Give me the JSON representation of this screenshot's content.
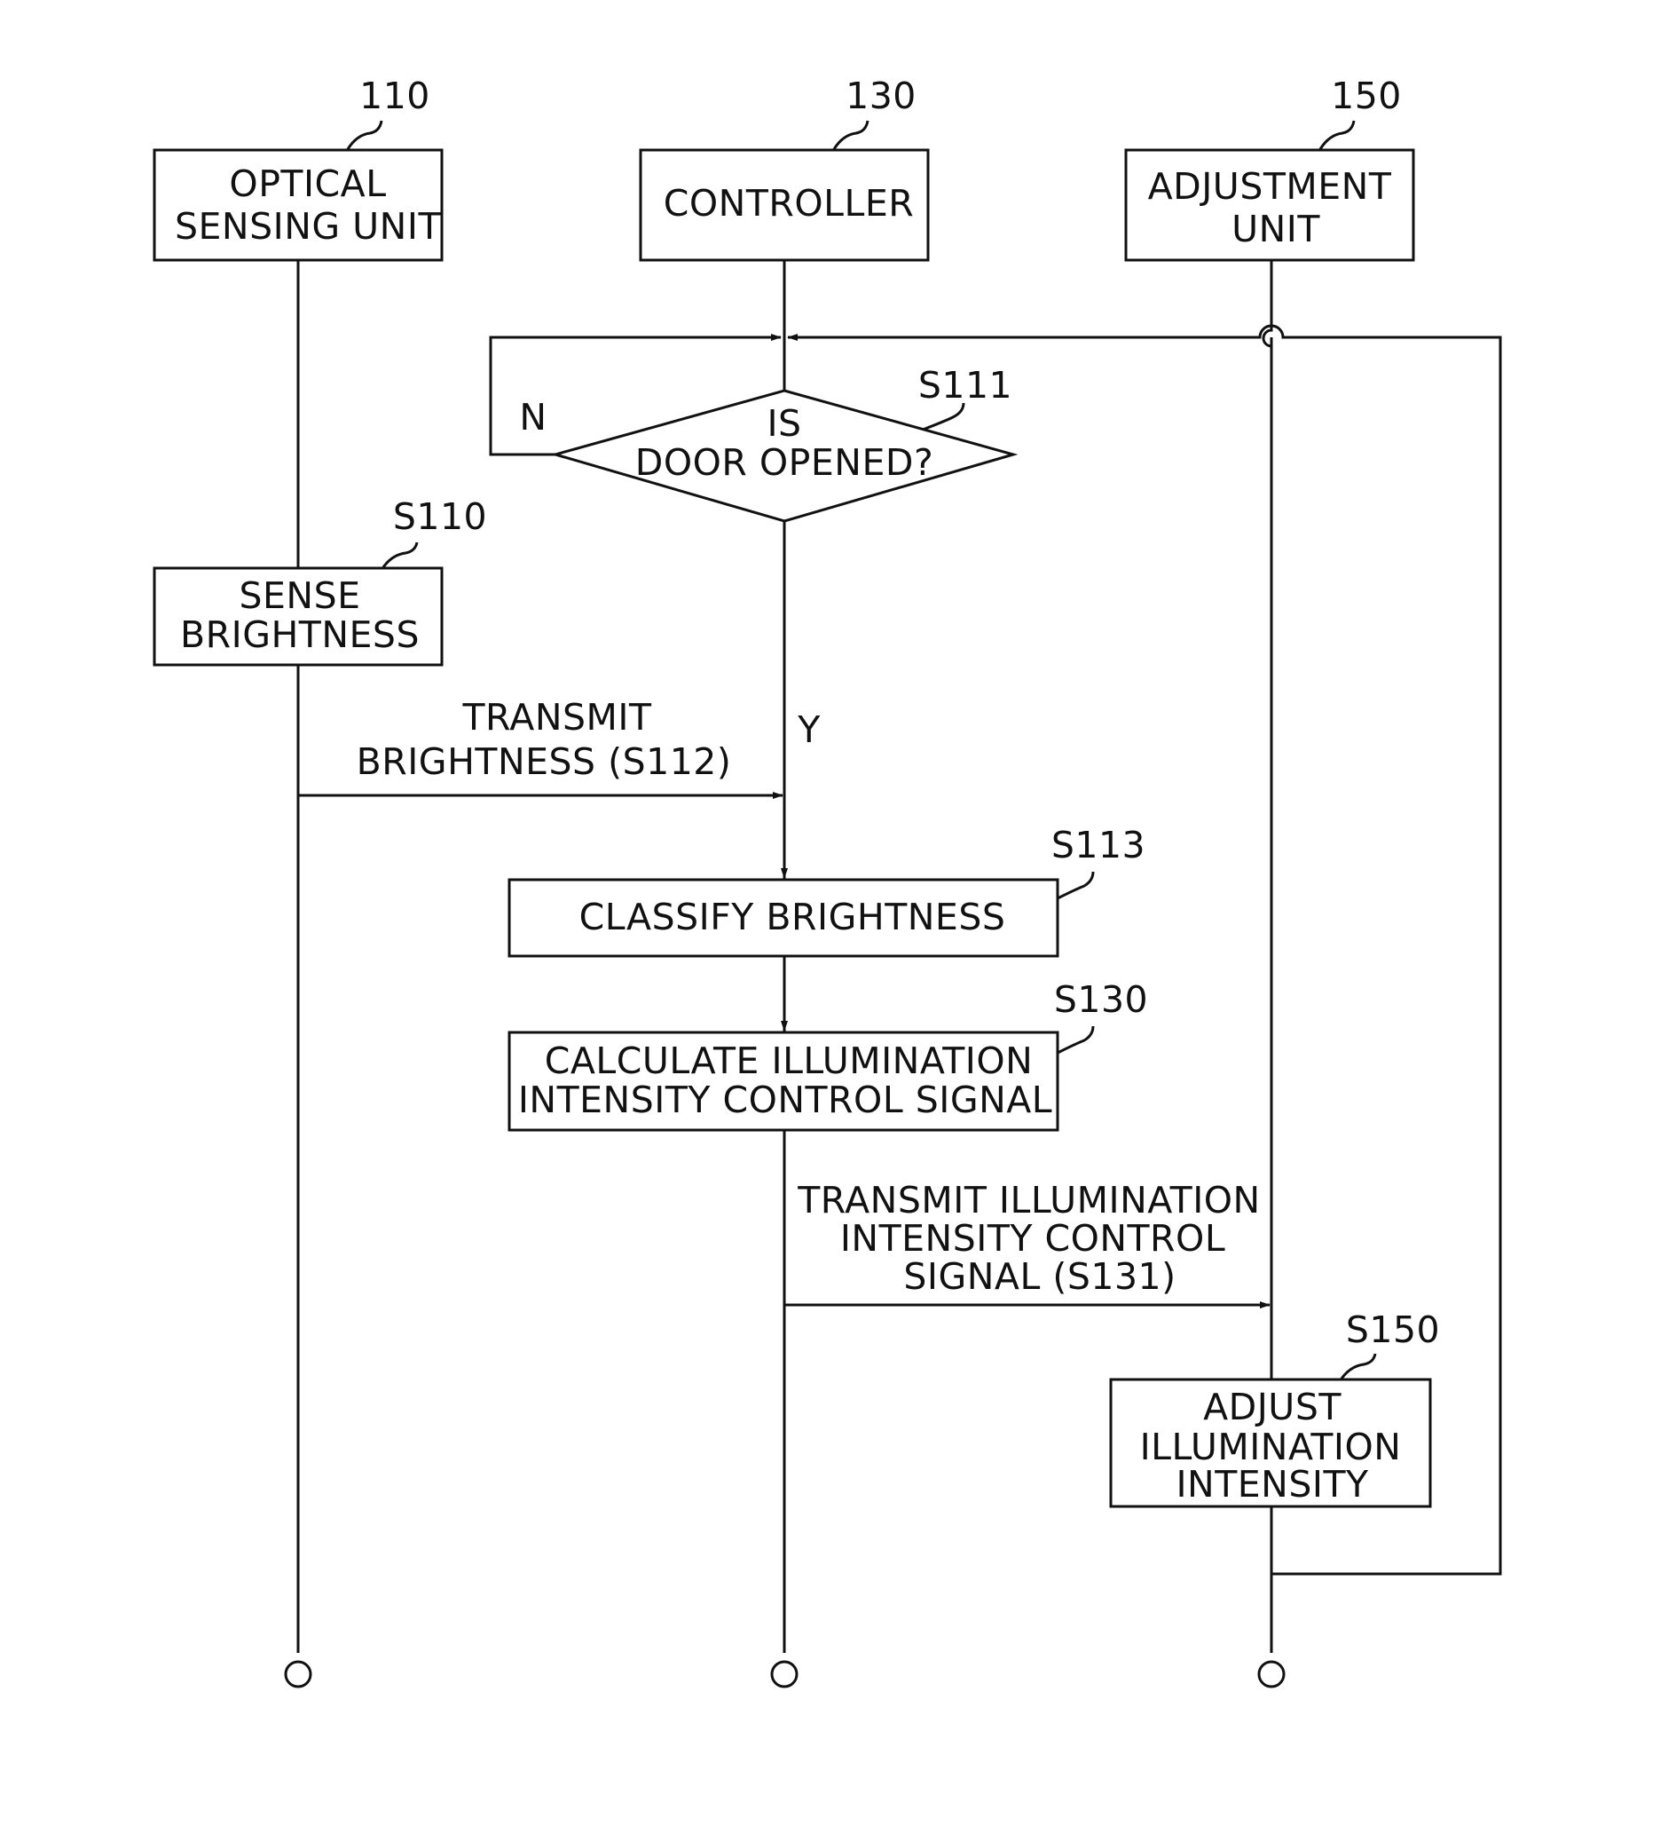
{
  "lifelines": [
    {
      "ref": "110",
      "title_lines": [
        "OPTICAL",
        "SENSING UNIT"
      ]
    },
    {
      "ref": "130",
      "title_lines": [
        "CONTROLLER"
      ]
    },
    {
      "ref": "150",
      "title_lines": [
        "ADJUSTMENT",
        "UNIT"
      ]
    }
  ],
  "decision": {
    "ref": "S111",
    "lines": [
      "IS",
      "DOOR OPENED?"
    ],
    "no_label": "N",
    "yes_label": "Y"
  },
  "steps": {
    "sense": {
      "ref": "S110",
      "lines": [
        "SENSE",
        "BRIGHTNESS"
      ]
    },
    "classify": {
      "ref": "S113",
      "lines": [
        "CLASSIFY BRIGHTNESS"
      ]
    },
    "calculate": {
      "ref": "S130",
      "lines": [
        "CALCULATE ILLUMINATION",
        "INTENSITY CONTROL SIGNAL"
      ]
    },
    "adjust": {
      "ref": "S150",
      "lines": [
        "ADJUST",
        "ILLUMINATION",
        "INTENSITY"
      ]
    }
  },
  "messages": {
    "brightness": {
      "lines": [
        "TRANSMIT",
        "BRIGHTNESS (S112)"
      ]
    },
    "control_signal": {
      "lines": [
        "TRANSMIT ILLUMINATION",
        "INTENSITY CONTROL",
        "SIGNAL (S131)"
      ]
    }
  }
}
